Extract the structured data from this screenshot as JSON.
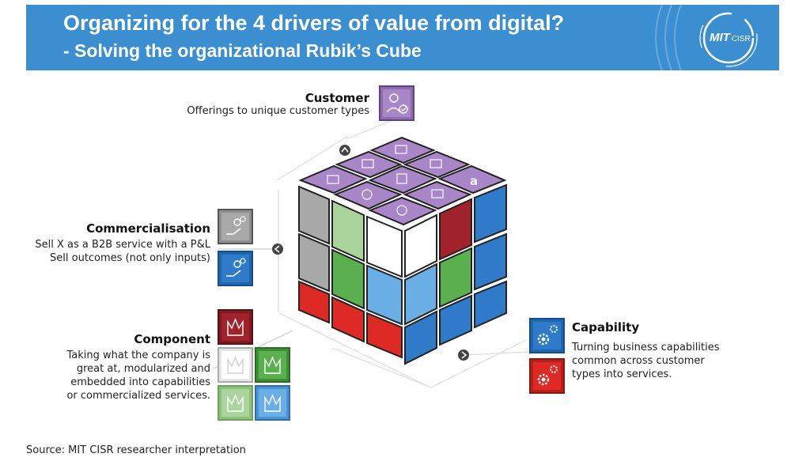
{
  "header": {
    "title_line1": "Organizing for the 4 drivers of value from digital?",
    "title_line2": "- Solving the organizational Rubik’s Cube",
    "logo": {
      "mark": "MIT",
      "suffix": "CISR"
    },
    "color": "#3b8ed0"
  },
  "drivers": {
    "customer": {
      "title": "Customer",
      "lines": [
        "Offerings to unique customer types"
      ],
      "icon": "customer-user-check-icon"
    },
    "commercialisation": {
      "title": "Commercialisation",
      "lines": [
        "Sell X as a B2B service with a P&L",
        "Sell outcomes (not only inputs)"
      ],
      "icons": [
        "hand-coin-icon-gray",
        "hand-coin-icon-blue"
      ]
    },
    "component": {
      "title": "Component",
      "lines": [
        "Taking what the company is",
        "great at, modularized and",
        "embedded into capabilities",
        "or commercialized services."
      ],
      "icons": [
        "crown-icon-darkred",
        "crown-icon-white",
        "crown-icon-green",
        "crown-icon-lightgreen",
        "crown-icon-blue"
      ]
    },
    "capability": {
      "title": "Capability",
      "lines": [
        "Turning business capabilities",
        "common across customer",
        "types into services."
      ],
      "icons": [
        "gears-icon-blue",
        "gears-icon-red"
      ]
    }
  },
  "cube": {
    "colors": {
      "purple": "#a986c7",
      "white": "#ffffff",
      "gray": "#a8a8a8",
      "lightgreen": "#a9d49b",
      "green": "#5aaf4e",
      "darkred": "#a0222a",
      "red": "#de2a24",
      "lightblue": "#6aaee6",
      "blue": "#2f7bc9"
    }
  },
  "source": "Source: MIT CISR researcher interpretation"
}
